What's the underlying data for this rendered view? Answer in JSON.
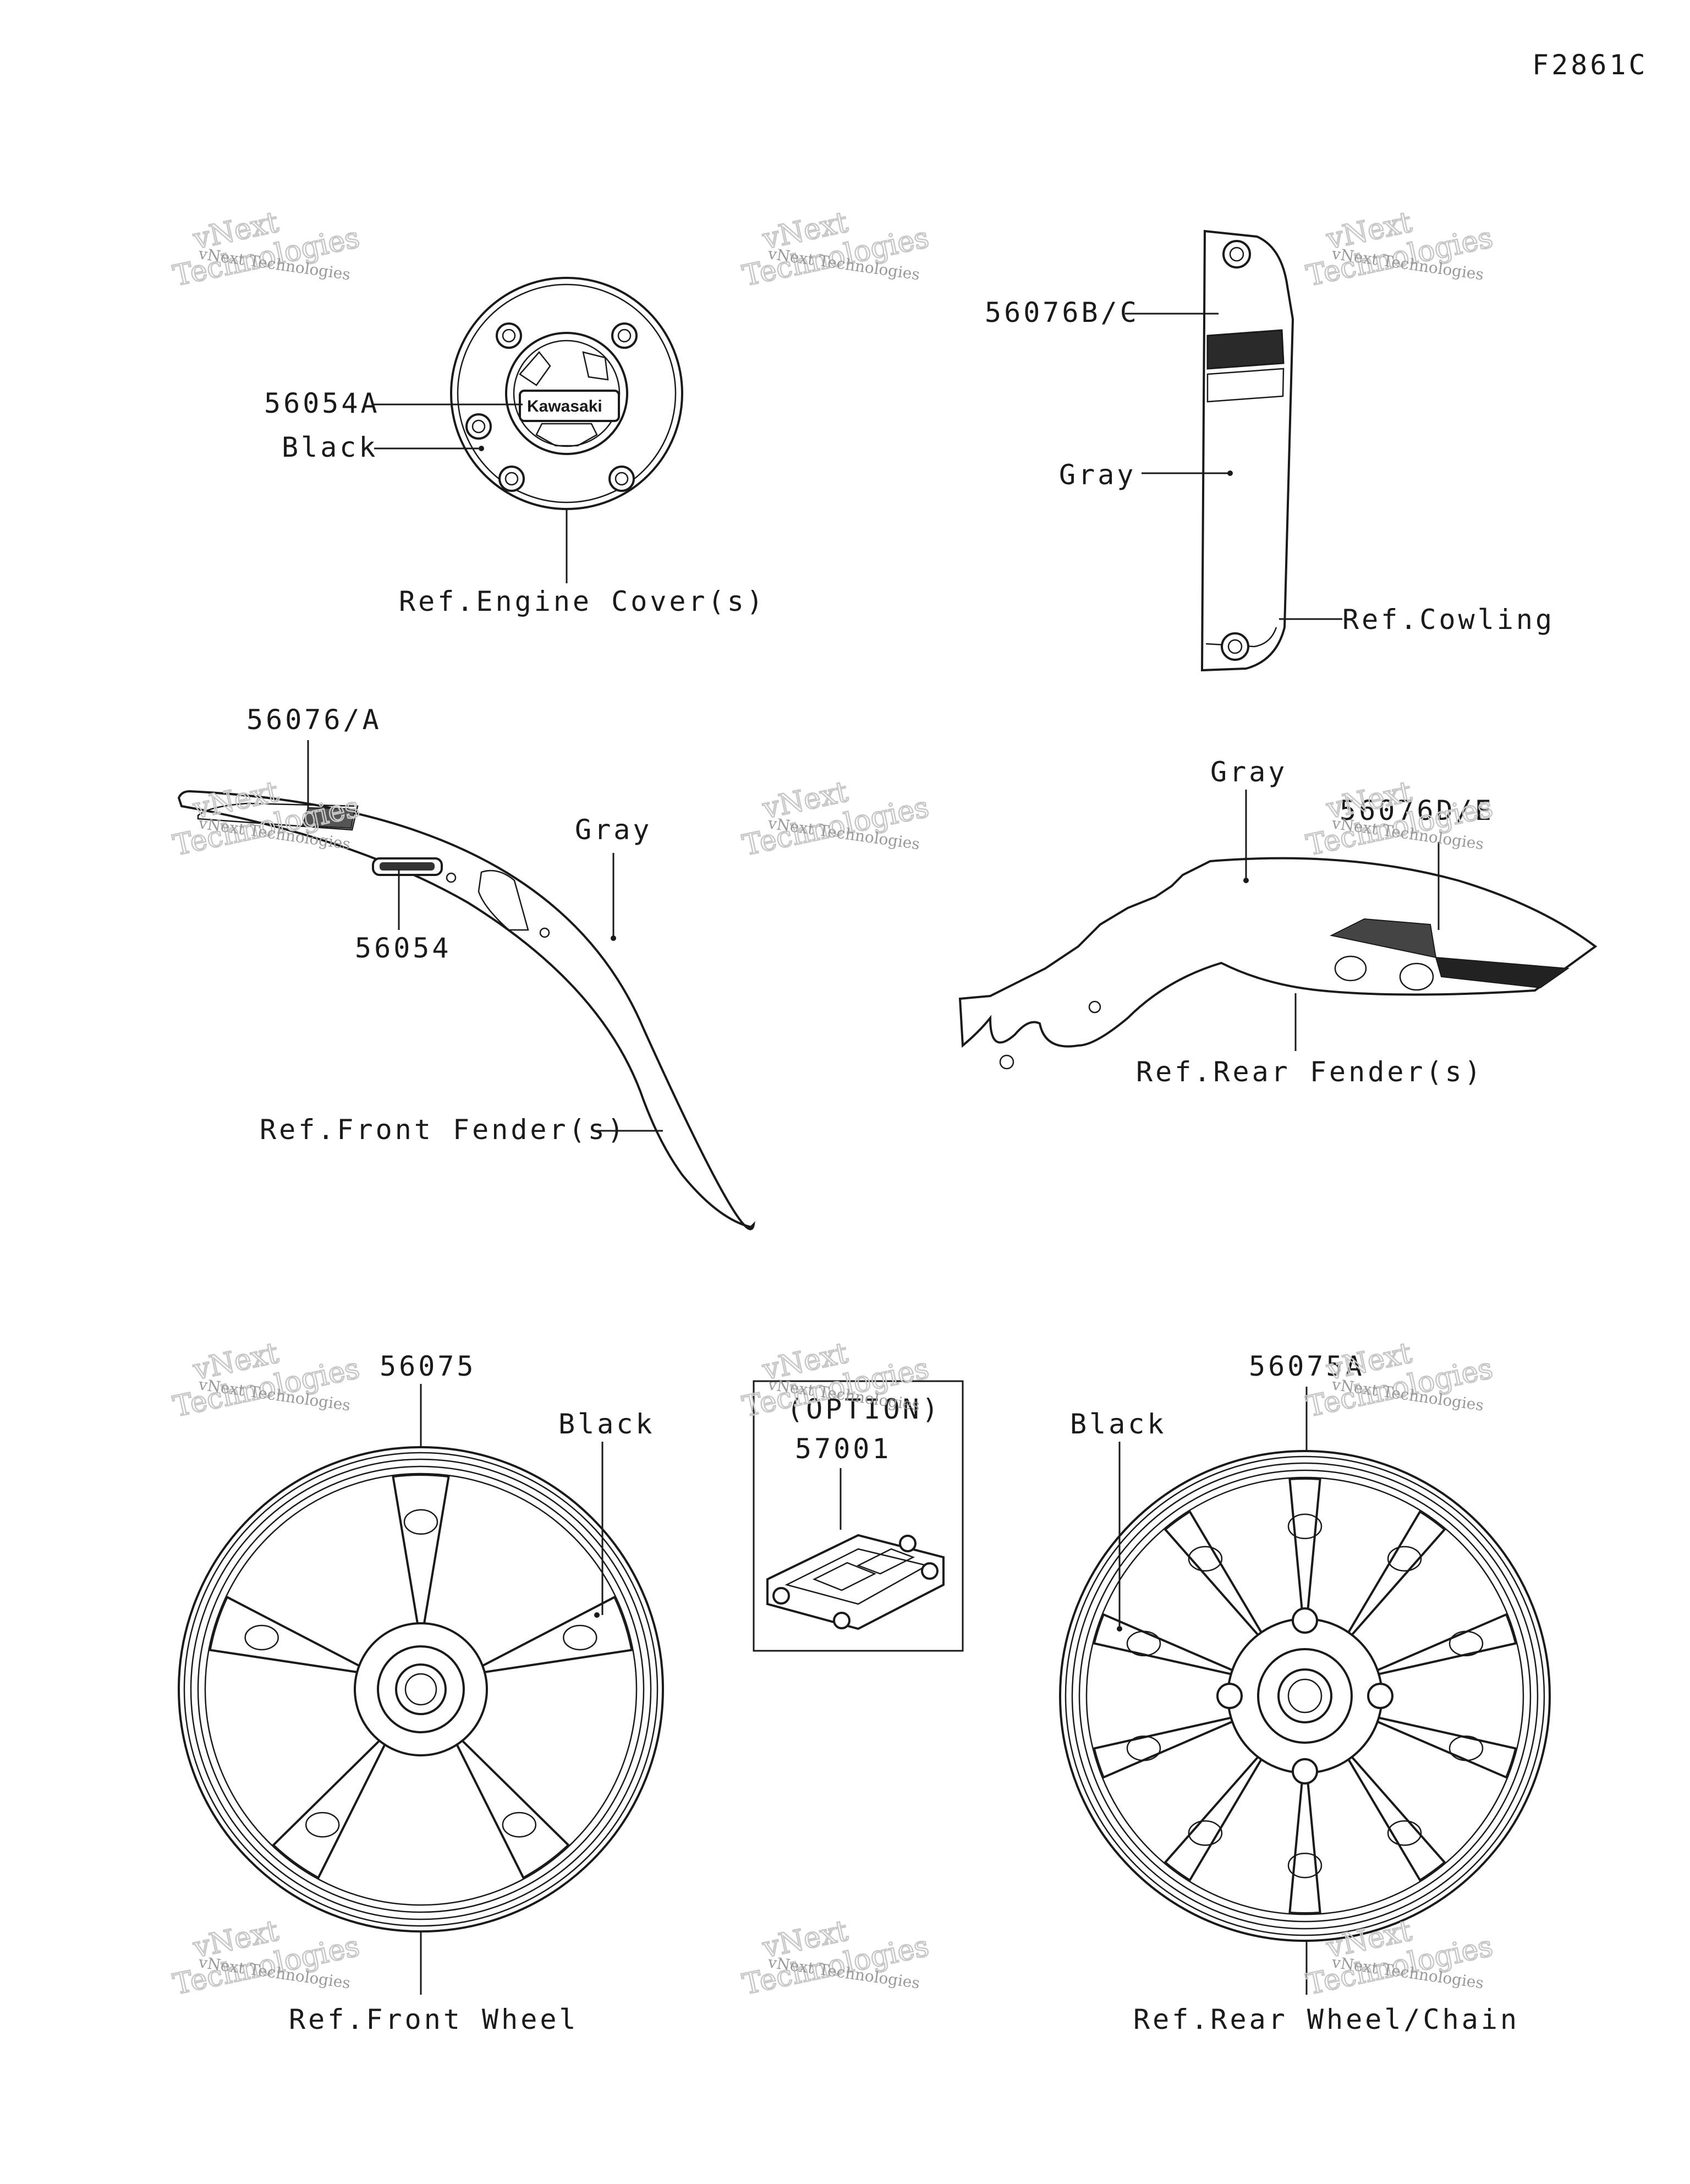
{
  "figure_code": "F2861C",
  "watermark": {
    "line1": "vNext Technologies",
    "big_line1": "vNext",
    "big_line2": "Technologies"
  },
  "engine_cover": {
    "part": "56054A",
    "color": "Black",
    "ref": "Ref.Engine Cover(s)",
    "logo": "Kawasaki"
  },
  "cowling": {
    "part": "56076B/C",
    "color": "Gray",
    "ref": "Ref.Cowling"
  },
  "front_fender": {
    "part": "56076/A",
    "part2": "56054",
    "color": "Gray",
    "ref": "Ref.Front Fender(s)"
  },
  "rear_fender": {
    "part": "56076D/E",
    "color": "Gray",
    "ref": "Ref.Rear Fender(s)"
  },
  "front_wheel": {
    "part": "56075",
    "color": "Black",
    "ref": "Ref.Front Wheel"
  },
  "option_box": {
    "title": "(OPTION)",
    "part": "57001"
  },
  "rear_wheel": {
    "part": "56075A",
    "color": "Black",
    "ref": "Ref.Rear Wheel/Chain"
  }
}
